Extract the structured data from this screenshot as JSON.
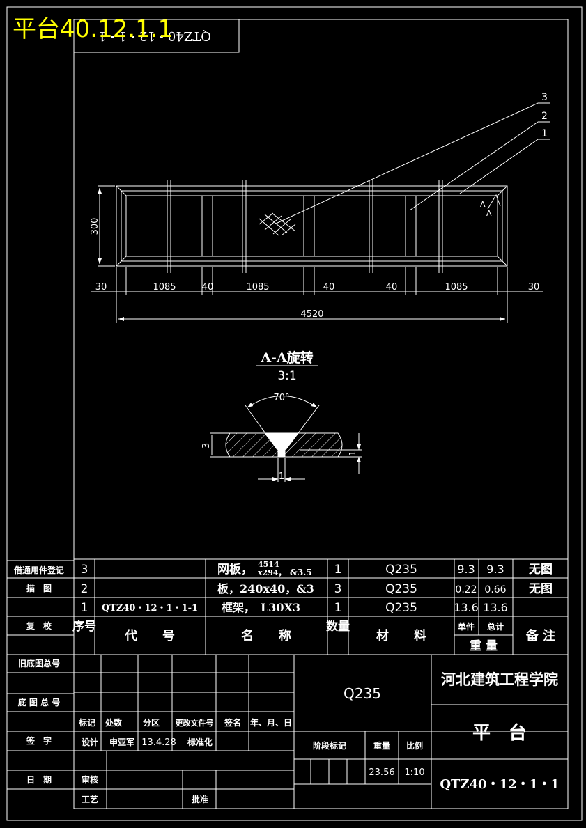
{
  "overlay_title": "平台40.12.1.1",
  "code_box": "QTZ40・12・1・1",
  "colors": {
    "background": "#000000",
    "line": "#ffffff",
    "title": "#ffff00"
  },
  "plan_view": {
    "callouts": [
      "3",
      "2",
      "1"
    ],
    "section_mark": "A",
    "height_dim": "300",
    "dims": [
      "30",
      "1085",
      "40",
      "1085",
      "40",
      "40",
      "1085",
      "30"
    ],
    "total_dim": "4520"
  },
  "section_view": {
    "title": "A-A旋转",
    "scale": "3:1",
    "angle": "70°",
    "depth_dim": "3",
    "small_dim": "1",
    "width_dim": "1"
  },
  "left_column": [
    "借通用件登记",
    "描　图",
    "复　校",
    "旧底图总号",
    "底 图 总 号",
    "签　字",
    "日　期"
  ],
  "parts_table": {
    "rows": [
      {
        "no": "3",
        "code": "",
        "name": "网板，",
        "name_sup": "4514",
        "name_sub": "x294，",
        "name_tail": "&3.5",
        "qty": "1",
        "material": "Q235",
        "unit_w": "9.3",
        "total_w": "9.3",
        "remark": "无图"
      },
      {
        "no": "2",
        "code": "",
        "name": "板，240x40，&3",
        "name_sup": "",
        "name_sub": "",
        "name_tail": "",
        "qty": "3",
        "material": "Q235",
        "unit_w": "0.22",
        "total_w": "0.66",
        "remark": "无图"
      },
      {
        "no": "1",
        "code": "QTZ40・12・1・1-1",
        "name": "框架，　L30X3",
        "name_sup": "",
        "name_sub": "",
        "name_tail": "",
        "qty": "1",
        "material": "Q235",
        "unit_w": "13.6",
        "total_w": "13.6",
        "remark": ""
      }
    ],
    "header": {
      "no": "序号",
      "code": "代　　号",
      "name": "名　　称",
      "qty": "数量",
      "material": "材　　料",
      "unit_w": "单件",
      "total_w": "总计",
      "weight": "重 量",
      "remark": "备 注"
    }
  },
  "title_block": {
    "material": "Q235",
    "school": "河北建筑工程学院",
    "drawing_name": "平　台",
    "drawing_code": "QTZ40・12・1・1",
    "revision_header": [
      "标记",
      "处数",
      "分区",
      "更改文件号",
      "签名",
      "年、月、日"
    ],
    "design_label": "设计",
    "designer": "申亚军",
    "design_date": "13.4.28",
    "standard_label": "标准化",
    "review_label": "审核",
    "process_label": "工艺",
    "approve_label": "批准",
    "stage_label": "阶段标记",
    "weight_label": "重量",
    "scale_label": "比例",
    "weight": "23.56",
    "scale": "1:10"
  }
}
